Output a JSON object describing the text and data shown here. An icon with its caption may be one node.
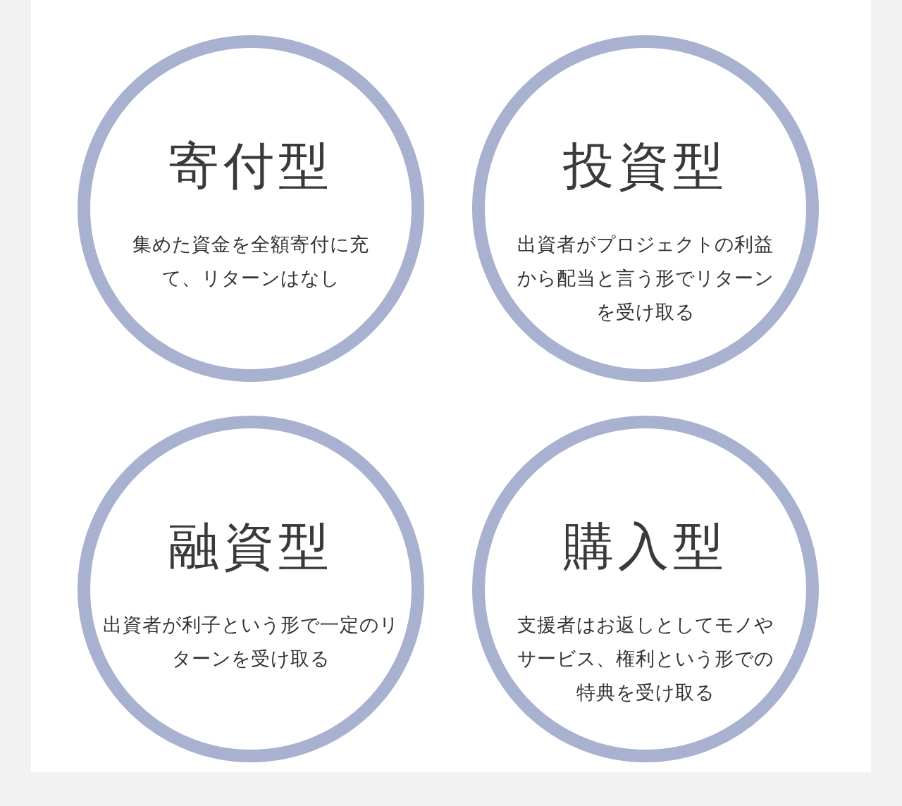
{
  "diagram": {
    "nodes": [
      {
        "text": [
          "寄付型",
          "集めた資金を全額寄付に充て、リターンはなし"
        ]
      },
      {
        "text": [
          "投資型",
          "出資者がプロジェクトの利益から配当と言う形でリターンを受け取る"
        ]
      },
      {
        "text": [
          "融資型",
          "出資者が利子という形で一定のリターンを受け取る"
        ]
      },
      {
        "text": [
          "購入型",
          "支援者はお返しとしてモノやサービス、権利という形での特典を受け取る"
        ]
      }
    ]
  }
}
